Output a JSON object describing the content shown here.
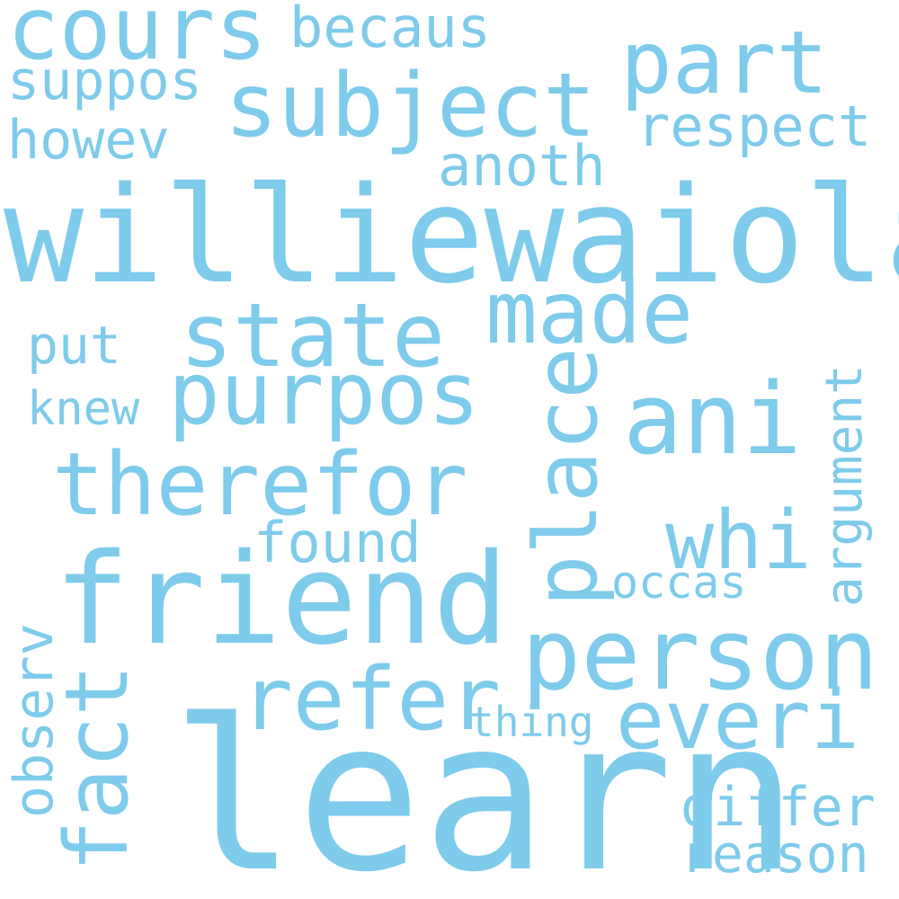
{
  "word_cloud": {
    "text_color": "#7ecbeb",
    "background_color": "#ffffff",
    "words": [
      {
        "text": "williewaiola",
        "orientation": "horizontal"
      },
      {
        "text": "learn",
        "orientation": "horizontal"
      },
      {
        "text": "friend",
        "orientation": "horizontal"
      },
      {
        "text": "person",
        "orientation": "horizontal"
      },
      {
        "text": "subject",
        "orientation": "horizontal"
      },
      {
        "text": "state",
        "orientation": "horizontal"
      },
      {
        "text": "purpos",
        "orientation": "horizontal"
      },
      {
        "text": "therefor",
        "orientation": "horizontal"
      },
      {
        "text": "ani",
        "orientation": "horizontal"
      },
      {
        "text": "cours",
        "orientation": "horizontal"
      },
      {
        "text": "part",
        "orientation": "horizontal"
      },
      {
        "text": "made",
        "orientation": "horizontal"
      },
      {
        "text": "refer",
        "orientation": "horizontal"
      },
      {
        "text": "everi",
        "orientation": "horizontal"
      },
      {
        "text": "whi",
        "orientation": "horizontal"
      },
      {
        "text": "place",
        "orientation": "vertical"
      },
      {
        "text": "fact",
        "orientation": "vertical"
      },
      {
        "text": "respect",
        "orientation": "horizontal"
      },
      {
        "text": "anoth",
        "orientation": "horizontal"
      },
      {
        "text": "becaus",
        "orientation": "horizontal"
      },
      {
        "text": "suppos",
        "orientation": "horizontal"
      },
      {
        "text": "howev",
        "orientation": "horizontal"
      },
      {
        "text": "put",
        "orientation": "horizontal"
      },
      {
        "text": "knew",
        "orientation": "horizontal"
      },
      {
        "text": "found",
        "orientation": "horizontal"
      },
      {
        "text": "occas",
        "orientation": "horizontal"
      },
      {
        "text": "thing",
        "orientation": "horizontal"
      },
      {
        "text": "differ",
        "orientation": "horizontal"
      },
      {
        "text": "reason",
        "orientation": "horizontal"
      },
      {
        "text": "argument",
        "orientation": "vertical"
      },
      {
        "text": "observ",
        "orientation": "vertical"
      }
    ]
  }
}
